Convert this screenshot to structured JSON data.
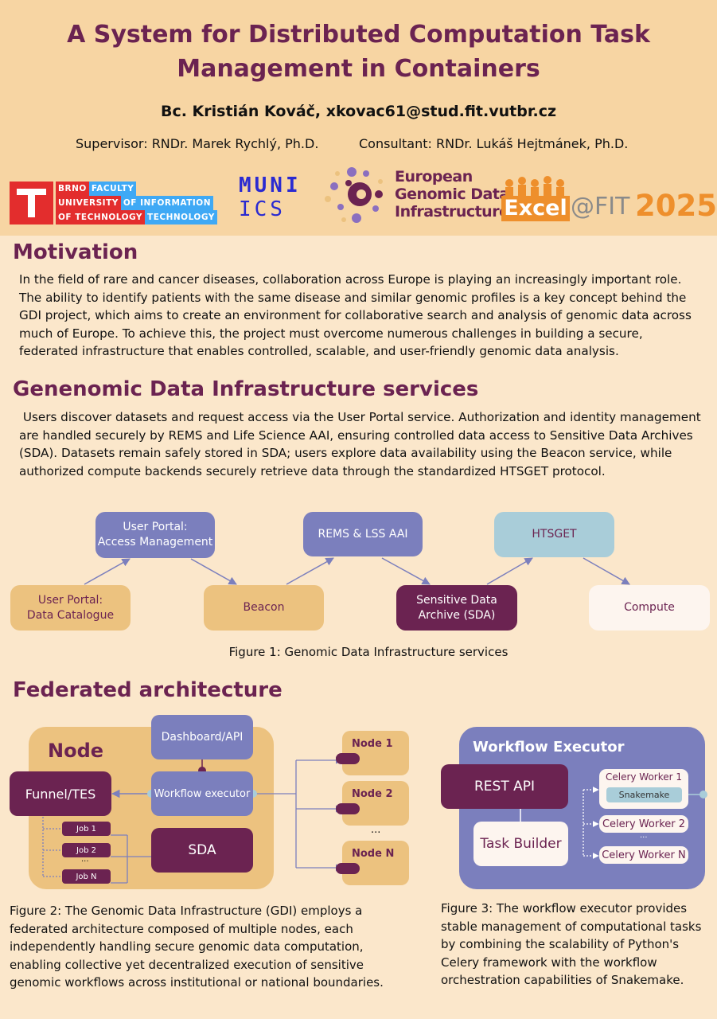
{
  "header": {
    "title_line1": "A System for Distributed Computation Task",
    "title_line2": "Management in Containers",
    "author": "Bc. Kristián Kováč, xkovac61@stud.fit.vutbr.cz",
    "supervisor": "Supervisor: RNDr. Marek Rychlý, Ph.D.",
    "consultant": "Consultant: RNDr. Lukáš Hejtmánek, Ph.D.",
    "logos": {
      "but_fit": {
        "l1a": "BRNO",
        "l1b": "FACULTY",
        "l2a": "UNIVERSITY",
        "l2b": "OF INFORMATION",
        "l3a": "OF TECHNOLOGY",
        "l3b": "TECHNOLOGY"
      },
      "muni": {
        "l1": "MUNI",
        "l2": "ICS"
      },
      "egdi": {
        "l1": "European",
        "l2": "Genomic Data",
        "l3": "Infrastructure"
      },
      "excel": {
        "w1": "Excel",
        "w2": "@FIT",
        "year": "2025"
      }
    }
  },
  "motivation": {
    "heading": "Motivation",
    "text": "In the field of rare and cancer diseases, collaboration across Europe is playing an increasingly important role. The ability to identify patients with the same disease and similar genomic profiles is a key concept behind the GDI project, which aims to create an environment for collaborative search and analysis of genomic data across much of Europe. To achieve this, the project must overcome numerous challenges in building a secure, federated infrastructure that enables controlled, scalable, and user-friendly genomic data analysis."
  },
  "services": {
    "heading": "Genenomic Data Infrastructure services",
    "text": " Users discover datasets and request access via the User Portal service. Authorization and identity management are handled securely by REMS and Life Science AAI, ensuring controlled data access to Sensitive Data Archives (SDA). Datasets remain safely stored in SDA; users explore data availability using the Beacon service, while authorized compute backends securely retrieve data through the standardized HTSGET protocol.",
    "boxes": {
      "portal_access": {
        "l1": "User Portal:",
        "l2": "Access Management"
      },
      "rems": "REMS & LSS AAI",
      "htsget": "HTSGET",
      "portal_catalogue": {
        "l1": "User Portal:",
        "l2": "Data Catalogue"
      },
      "beacon": "Beacon",
      "sda": {
        "l1": "Sensitive Data",
        "l2": "Archive (SDA)"
      },
      "compute": "Compute"
    },
    "caption": "Figure 1: Genomic Data Infrastructure services"
  },
  "federated": {
    "heading": "Federated architecture",
    "node": {
      "title": "Node",
      "dashboard": "Dashboard/API",
      "funnel": "Funnel/TES",
      "workflow_executor": "Workflow executor",
      "sda": "SDA",
      "jobs": [
        "Job 1",
        "Job 2",
        "...",
        "Job N"
      ]
    },
    "nodes": [
      "Node 1",
      "Node 2",
      "...",
      "Node N"
    ],
    "executor": {
      "title": "Workflow Executor",
      "rest_api": "REST API",
      "task_builder": "Task Builder",
      "worker1": "Celery Worker 1",
      "snakemake": "Snakemake",
      "worker2": "Celery Worker 2",
      "dots": "...",
      "workerN": "Celery Worker N"
    },
    "caption2": "Figure 2: The Genomic Data Infrastructure (GDI) employs a federated architecture composed of multiple nodes, each independently handling secure genomic data computation, enabling collective yet decentralized execution of sensitive genomic workflows across institutional or national boundaries.",
    "caption3": "Figure 3: The workflow executor provides stable management of computational tasks by combining the scalability of Python's Celery framework with the workflow orchestration capabilities of Snakemake."
  },
  "colors": {
    "header_bg": "#f7d5a3",
    "page_bg": "#fbe7cb",
    "plum": "#6b2351",
    "purple": "#7b7fbd",
    "tan": "#ecc27f",
    "light_blue": "#a9cdd9",
    "but_red": "#e32d2d",
    "fit_blue": "#3fa9f5",
    "excel_orange": "#ee8f2c"
  }
}
